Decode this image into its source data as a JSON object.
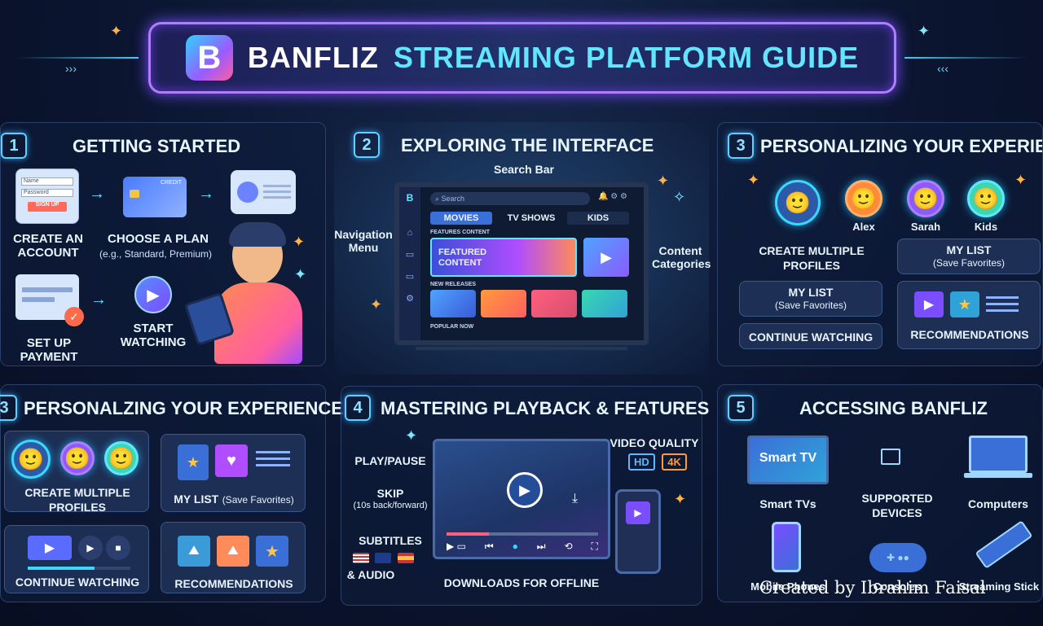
{
  "header": {
    "logo_letter": "B",
    "title_brand": "BANFLIZ",
    "title_rest": "STREAMING PLATFORM GUIDE"
  },
  "sections": {
    "s1": {
      "number": "1",
      "title": "GETTING STARTED",
      "form_name": "Name",
      "form_password": "Password",
      "form_button": "SIGN UP",
      "card_label": "CREDIT",
      "step1": "CREATE AN ACCOUNT",
      "step2": "CHOOSE A PLAN",
      "step2_sub": "(e.g., Standard, Premium)",
      "step3": "SET UP PAYMENT",
      "step4": "START WATCHING"
    },
    "s2": {
      "number": "2",
      "title": "EXPLORING THE INTERFACE",
      "search_bar_label": "Search Bar",
      "nav_label": "Navigation Menu",
      "content_label": "Content Categories",
      "search_placeholder": "Search",
      "tabs": [
        "MOVIES",
        "TV SHOWS",
        "KIDS"
      ],
      "features_heading": "FEATURES CONTENT",
      "featured_text": "FEATURED CONTENT",
      "new_releases": "NEW RELEASES",
      "popular_now": "POPULAR NOW"
    },
    "s3": {
      "number": "3",
      "title": "PERSONALIZING YOUR EXPERIENCE",
      "profiles": [
        "Alex",
        "Sarah",
        "Kids"
      ],
      "create_profiles": "CREATE MULTIPLE PROFILES",
      "my_list": "MY LIST",
      "save_favorites": "(Save Favorites)",
      "continue_watching": "CONTINUE WATCHING",
      "recommendations": "RECOMMENDATIONS"
    },
    "s3b": {
      "number": "3",
      "title": "PERSONALZING YOUR EXPERIENCE",
      "create_profiles": "CREATE MULTIPLE PROFILES",
      "my_list": "MY LIST",
      "save_favorites": "(Save Favorites)",
      "continue_watching": "CONTINUE WATCHING",
      "recommendations": "RECOMMENDATIONS"
    },
    "s4": {
      "number": "4",
      "title": "MASTERING PLAYBACK & FEATURES",
      "play_pause": "PLAY/PAUSE",
      "skip": "SKIP",
      "skip_sub": "(10s back/forward)",
      "subtitles": "SUBTITLES",
      "audio": "& AUDIO",
      "video_quality": "VIDEO QUALITY",
      "hd": "HD",
      "k4": "4K",
      "downloads": "DOWNLOADS FOR OFFLINE"
    },
    "s5": {
      "number": "5",
      "title": "ACCESSING BANFLIZ",
      "smart_tv_screen": "Smart TV",
      "smart_tvs": "Smart TVs",
      "supported": "SUPPORTED DEVICES",
      "computers": "Computers",
      "mobile": "Mobile Phones",
      "consoles": "Consoles",
      "streaming_stick": "Streaming Stick"
    }
  },
  "footer": {
    "credit": "Created by Ibrahim Faisal"
  },
  "progress": {
    "scrubber_fraction": 0.28,
    "continue_fraction": 0.65
  },
  "colors": {
    "accent_cyan": "#3ad7ff",
    "accent_purple": "#b07dff",
    "accent_orange": "#ff9a3c"
  }
}
